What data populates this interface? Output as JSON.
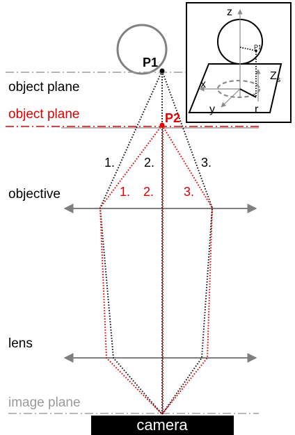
{
  "labels": {
    "object_plane_1": "object plane",
    "object_plane_2": "object plane",
    "objective": "objective",
    "lens": "lens",
    "image_plane": "image plane",
    "camera": "camera",
    "p1": "P1",
    "p2": "P2",
    "ray_black_1": "1.",
    "ray_black_2": "2.",
    "ray_black_3": "3.",
    "ray_red_1": "1.",
    "ray_red_2": "2.",
    "ray_red_3": "3."
  },
  "inset": {
    "axis_z": "z",
    "axis_x": "x",
    "axis_y": "y",
    "axis_zs": "Z",
    "axis_zs_sub": "s",
    "radius": "r",
    "point": "P1"
  },
  "colors": {
    "black_ray": "#111111",
    "red_ray": "#e00000",
    "optic_gray": "#808080",
    "plane_gray": "#999999",
    "red_label": "#e00000",
    "camera_bg": "#000000"
  }
}
